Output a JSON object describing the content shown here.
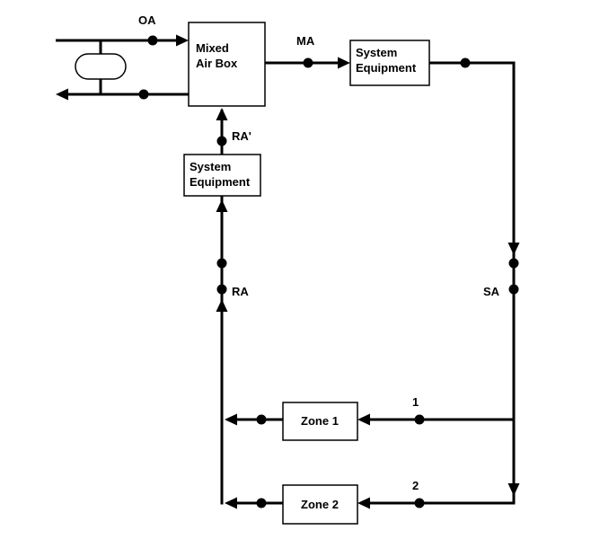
{
  "diagram": {
    "boxes": {
      "mixed_air_box": {
        "line1": "Mixed",
        "line2": "Air Box"
      },
      "system_equipment_supply": {
        "line1": "System",
        "line2": "Equipment"
      },
      "system_equipment_return": {
        "line1": "System",
        "line2": "Equipment"
      },
      "zone1": {
        "label": "Zone 1"
      },
      "zone2": {
        "label": "Zone 2"
      }
    },
    "stream_labels": {
      "oa": "OA",
      "ma": "MA",
      "ra_prime": "RA'",
      "ra": "RA",
      "sa": "SA",
      "zone1_inlet": "1",
      "zone2_inlet": "2"
    },
    "colors": {
      "line": "#000000",
      "background": "#ffffff",
      "box_fill": "#ffffff"
    }
  }
}
